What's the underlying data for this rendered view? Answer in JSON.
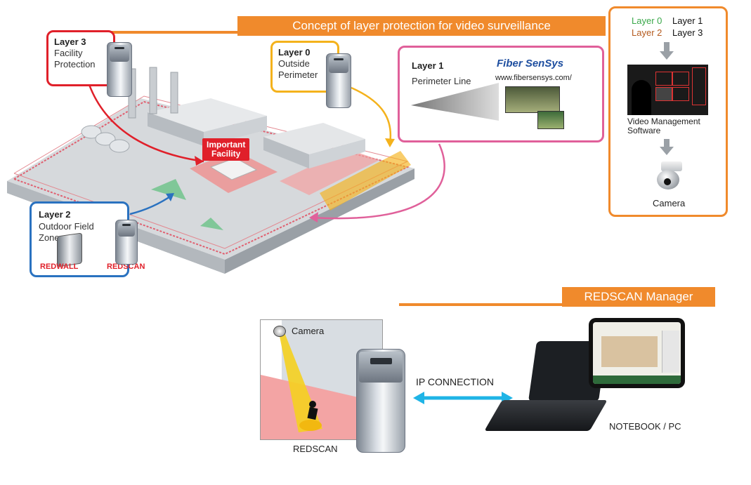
{
  "header": {
    "concept_title": "Concept of layer protection for video surveillance",
    "manager_title": "REDSCAN Manager"
  },
  "colors": {
    "orange": "#f08a2c",
    "red": "#e0202a",
    "yellow": "#f4b21c",
    "pink": "#e0609a",
    "blue": "#2a72c0",
    "green": "#3aa84a",
    "brown": "#b45a1e"
  },
  "layers": {
    "layer3": {
      "title": "Layer 3",
      "line1": "Facility",
      "line2": "Protection"
    },
    "layer0": {
      "title": "Layer 0",
      "line1": "Outside",
      "line2": "Perimeter"
    },
    "layer1": {
      "title": "Layer 1",
      "line1": "Perimeter Line"
    },
    "layer2": {
      "title": "Layer 2",
      "line1": "Outdoor Field",
      "line2": "Zone"
    }
  },
  "fiber": {
    "brand": "Fiber SenSys",
    "url": "www.fibersensys.com/"
  },
  "products": {
    "redwall": "REDWALL",
    "redscan": "REDSCAN"
  },
  "facility_label": {
    "line1": "Important",
    "line2": "Facility"
  },
  "vms_panel": {
    "legend": [
      {
        "text": "Layer 0",
        "color": "#3aa84a"
      },
      {
        "text": "Layer 1",
        "color": "#111111"
      },
      {
        "text": "Layer 2",
        "color": "#b45a1e"
      },
      {
        "text": "Layer 3",
        "color": "#111111"
      }
    ],
    "vms_line1": "Video Management",
    "vms_line2": "Software",
    "camera": "Camera"
  },
  "manager": {
    "camera_label": "Camera",
    "redscan_label": "REDSCAN",
    "connection_label": "IP CONNECTION",
    "notebook_label": "NOTEBOOK / PC"
  }
}
